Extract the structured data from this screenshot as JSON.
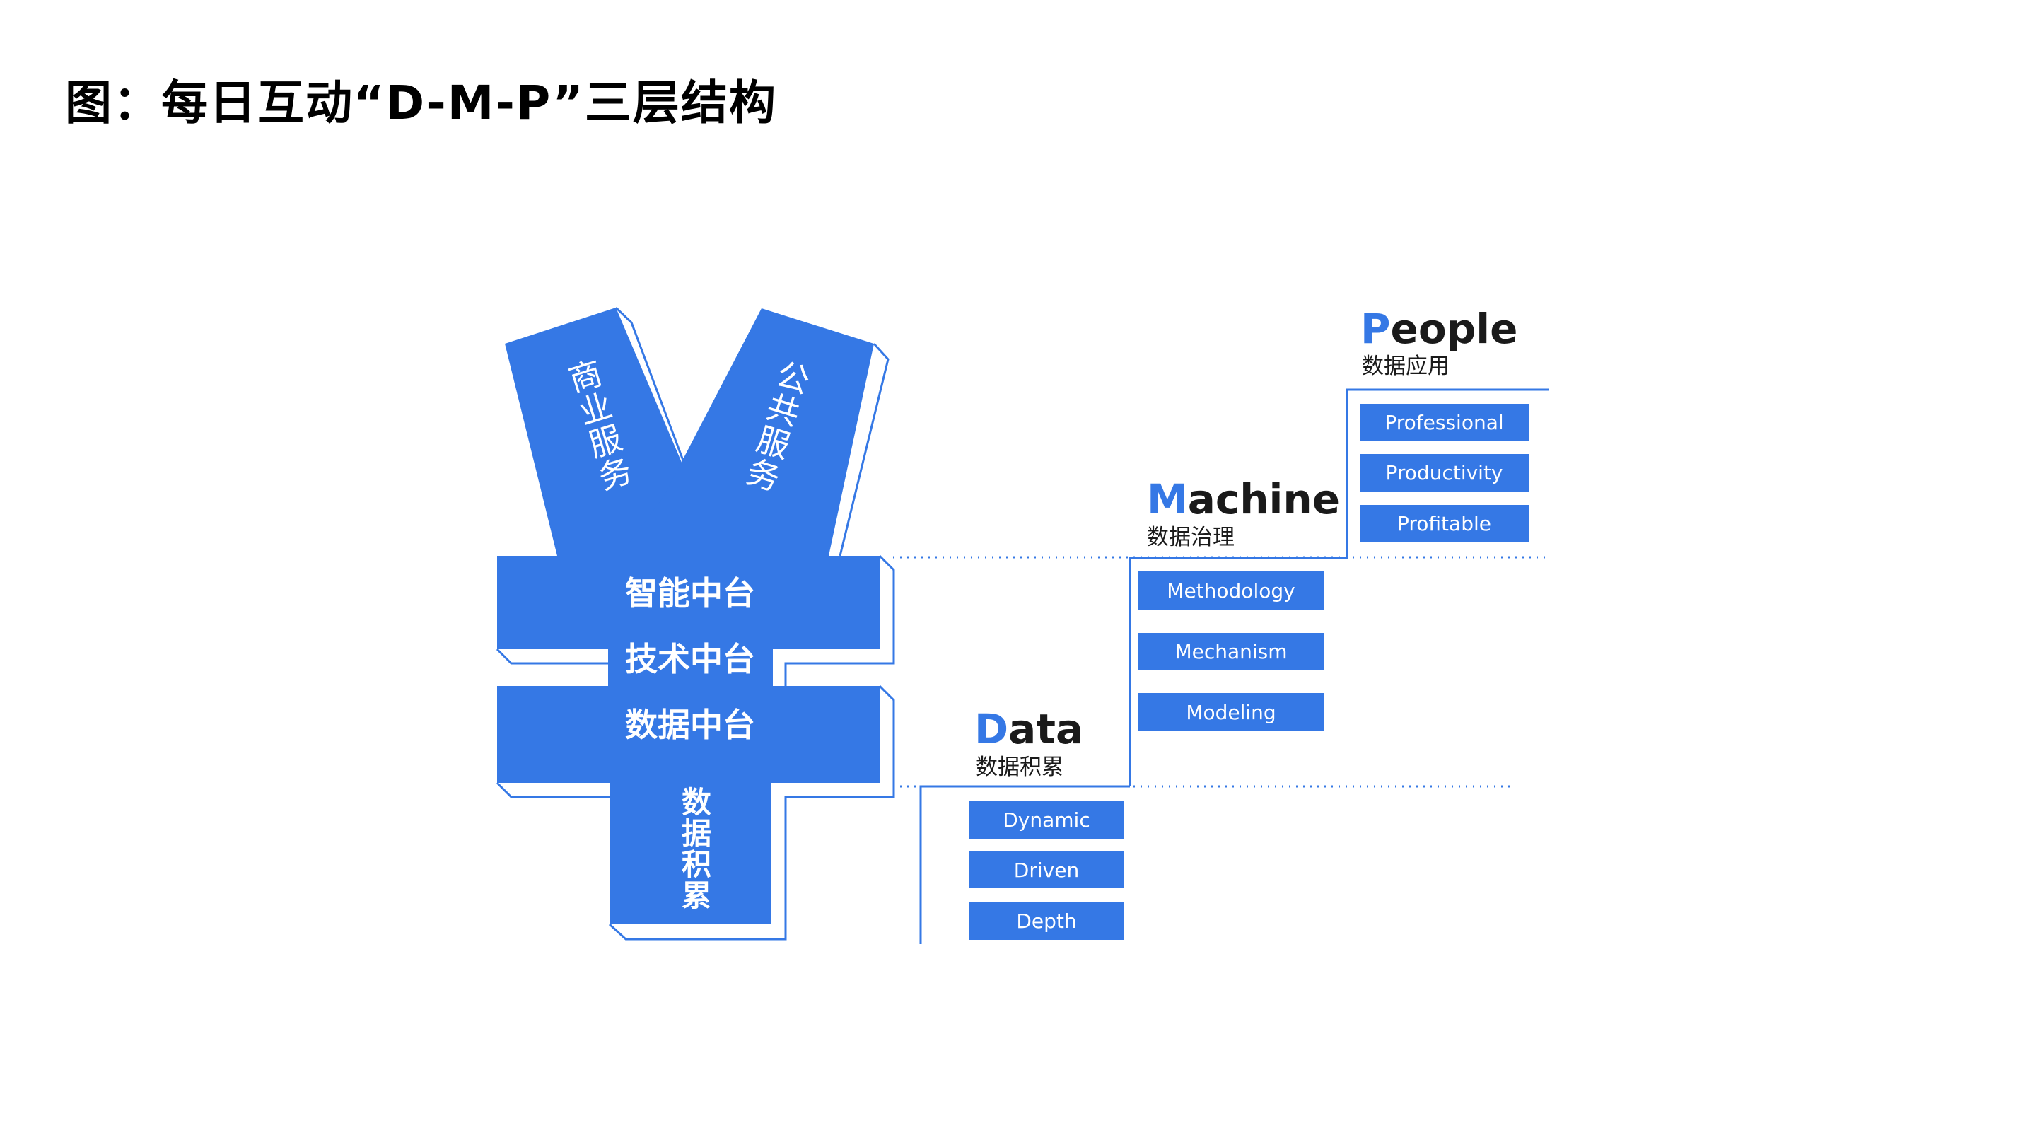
{
  "title": "图：每日互动“D-M-P”三层结构",
  "colors": {
    "accent": "#3578e5",
    "text": "#1a1a1a"
  },
  "yen": {
    "left_arm": "商业服务",
    "right_arm": "公共服务",
    "bar_lines": [
      "智能中台",
      "技术中台",
      "数据中台"
    ],
    "stem_label": "数据积累"
  },
  "layers": [
    {
      "key": "data",
      "heading_first": "D",
      "heading_rest": "ata",
      "subtitle": "数据积累",
      "items": [
        "Dynamic",
        "Driven",
        "Depth"
      ]
    },
    {
      "key": "machine",
      "heading_first": "M",
      "heading_rest": "achine",
      "subtitle": "数据治理",
      "items": [
        "Methodology",
        "Mechanism",
        "Modeling"
      ]
    },
    {
      "key": "people",
      "heading_first": "P",
      "heading_rest": "eople",
      "subtitle": "数据应用",
      "items": [
        "Professional",
        "Productivity",
        "Profitable"
      ]
    }
  ]
}
